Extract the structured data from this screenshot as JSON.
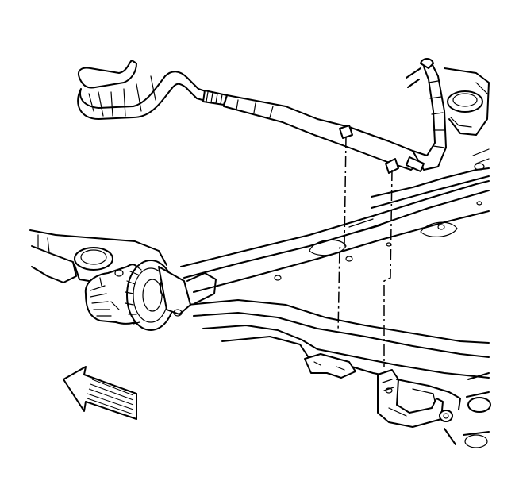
{
  "diagram": {
    "style": "line-art",
    "colors": {
      "stroke": "#000000",
      "background": "#ffffff"
    },
    "parts": [
      {
        "id": "wiring-harness",
        "icon": "harness"
      },
      {
        "id": "front-frame-crossmember",
        "icon": "crossmember"
      },
      {
        "id": "differential-housing",
        "icon": "differential"
      },
      {
        "id": "mounting-bracket",
        "icon": "bracket"
      },
      {
        "id": "harness-retainer-clip",
        "icon": "clip"
      },
      {
        "id": "front-direction-arrow",
        "icon": "arrow-icon"
      }
    ]
  }
}
